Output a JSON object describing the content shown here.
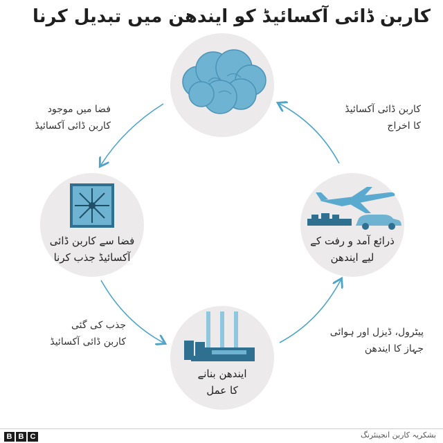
{
  "title": "کاربن ڈائی آکسائیڈ کو ایندھن میں تبدیل کرنا",
  "nodes": {
    "top": {
      "icon": "cloud-icon"
    },
    "left": {
      "icon": "air-filter-icon",
      "label_line1": "فضا سے کاربن ڈائی",
      "label_line2": "آکسائیڈ جذب کرنا"
    },
    "bottom": {
      "icon": "factory-icon",
      "label_line1": "ایندھن بنانے",
      "label_line2": "کا عمل"
    },
    "right": {
      "icon": "transport-icon",
      "label_line1": "ذرائع آمد و رفت کے",
      "label_line2": "لیے ایندھن"
    }
  },
  "notes": {
    "top_left": {
      "line1": "فضا میں موجود",
      "line2": "کاربن ڈائی آکسائیڈ"
    },
    "top_right": {
      "line1": "کاربن ڈائی آکسائیڈ",
      "line2": "کا اخراج"
    },
    "bottom_left": {
      "line1": "جذب کی گئی",
      "line2": "کاربن ڈائی آکسائیڈ"
    },
    "bottom_right": {
      "line1": "پیٹرول، ڈیزل اور ہوائی",
      "line2": "جہاز کا ایندھن"
    }
  },
  "colors": {
    "accent": "#4da4c9",
    "circle": "#eceaea",
    "dark": "#2f5d6e",
    "arrow": "#4da4c9"
  },
  "footer": {
    "logo": [
      "B",
      "B",
      "C"
    ],
    "credit": "بشکریہ کاربن انجینئرنگ"
  }
}
